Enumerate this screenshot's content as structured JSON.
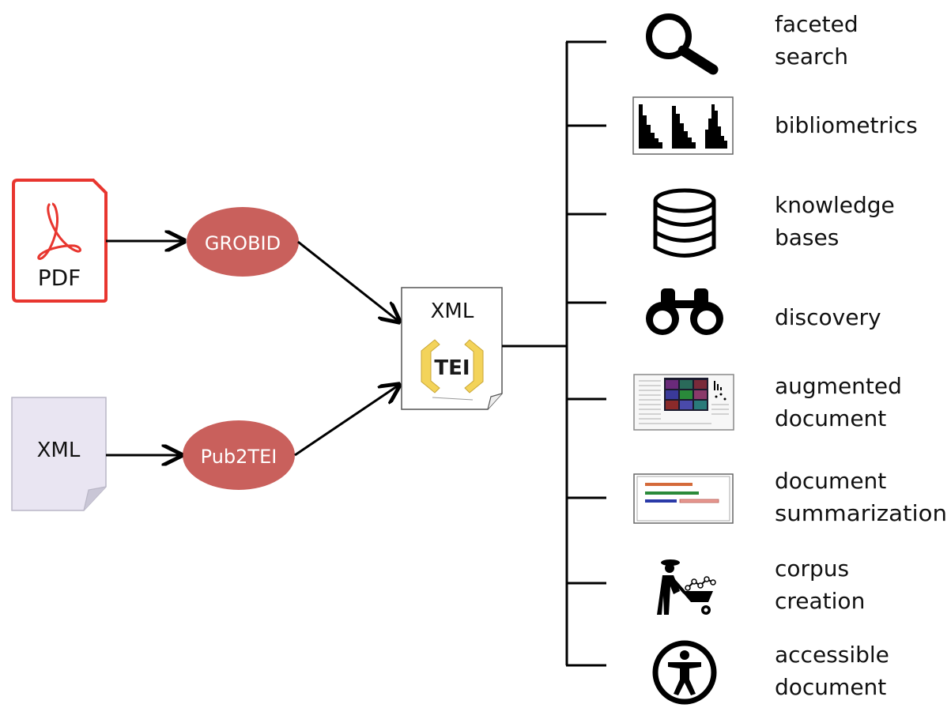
{
  "inputs": {
    "pdf_label": "PDF",
    "xml_label": "XML"
  },
  "processors": {
    "grobid": "GROBID",
    "pub2tei": "Pub2TEI"
  },
  "output": {
    "xml_label": "XML",
    "tei_logo_text": "TEI"
  },
  "applications": [
    {
      "icon": "magnifier-icon",
      "line1": "faceted",
      "line2": "search"
    },
    {
      "icon": "bar-chart-icon",
      "line1": "bibliometrics",
      "line2": ""
    },
    {
      "icon": "database-icon",
      "line1": "knowledge",
      "line2": "bases"
    },
    {
      "icon": "binoculars-icon",
      "line1": "discovery",
      "line2": ""
    },
    {
      "icon": "document-thumbnail-icon",
      "line1": "augmented",
      "line2": "document"
    },
    {
      "icon": "summary-bars-icon",
      "line1": "document",
      "line2": "summarization"
    },
    {
      "icon": "worker-wheelbarrow-icon",
      "line1": "corpus",
      "line2": "creation"
    },
    {
      "icon": "accessibility-icon",
      "line1": "accessible",
      "line2": "document"
    }
  ],
  "colors": {
    "node_fill": "#c9605c",
    "pdf_red": "#e8362f",
    "xml_page_fill": "#e9e5f2",
    "tei_yellow": "#f3d35a"
  }
}
